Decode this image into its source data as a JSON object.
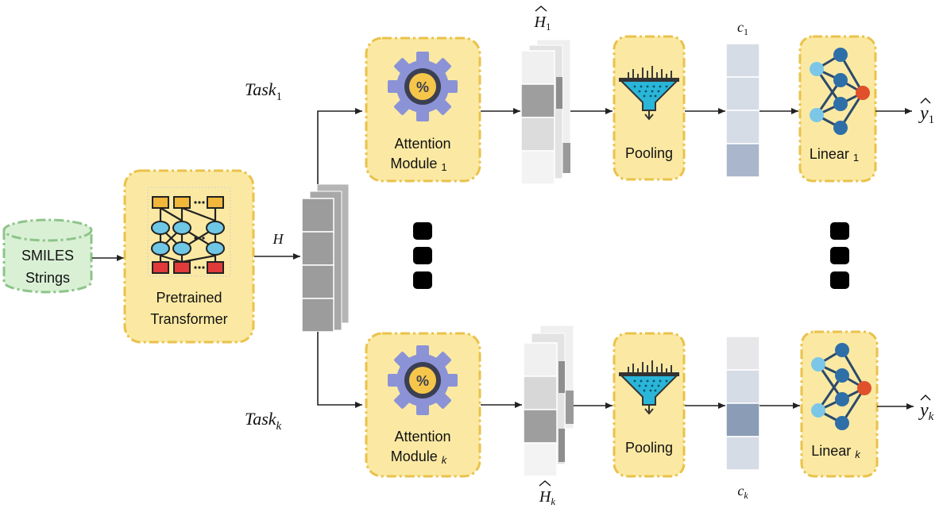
{
  "input": {
    "line1": "SMILES",
    "line2": "Strings"
  },
  "encoder": {
    "line1": "Pretrained",
    "line2": "Transformer"
  },
  "embedding": {
    "symbol": "H"
  },
  "tasks": [
    {
      "task_base": "Task",
      "task_sub": "1",
      "attention_line1": "Attention",
      "attention_line2": "Module",
      "attention_sub": "1",
      "hidden_symbol": "H",
      "hidden_sub": "1",
      "pooling": "Pooling",
      "context_symbol": "c",
      "context_sub": "1",
      "linear": "Linear",
      "linear_sub": "1",
      "output_symbol": "y",
      "output_sub": "1"
    },
    {
      "task_base": "Task",
      "task_sub": "k",
      "attention_line1": "Attention",
      "attention_line2": "Module",
      "attention_sub": "k",
      "hidden_symbol": "H",
      "hidden_sub": "k",
      "pooling": "Pooling",
      "context_symbol": "c",
      "context_sub": "k",
      "linear": "Linear",
      "linear_sub": "k",
      "output_symbol": "y",
      "output_sub": "k"
    }
  ],
  "colors": {
    "module_fill": "#fbe9a3",
    "module_border": "#eac24a",
    "database_fill": "#d9f0d5",
    "database_border": "#8ec489",
    "gear": "#8b93d6",
    "funnel": "#29b6d8",
    "node_light": "#7cc7e8",
    "node_dark": "#2f6fa8",
    "node_output": "#e0502a"
  }
}
